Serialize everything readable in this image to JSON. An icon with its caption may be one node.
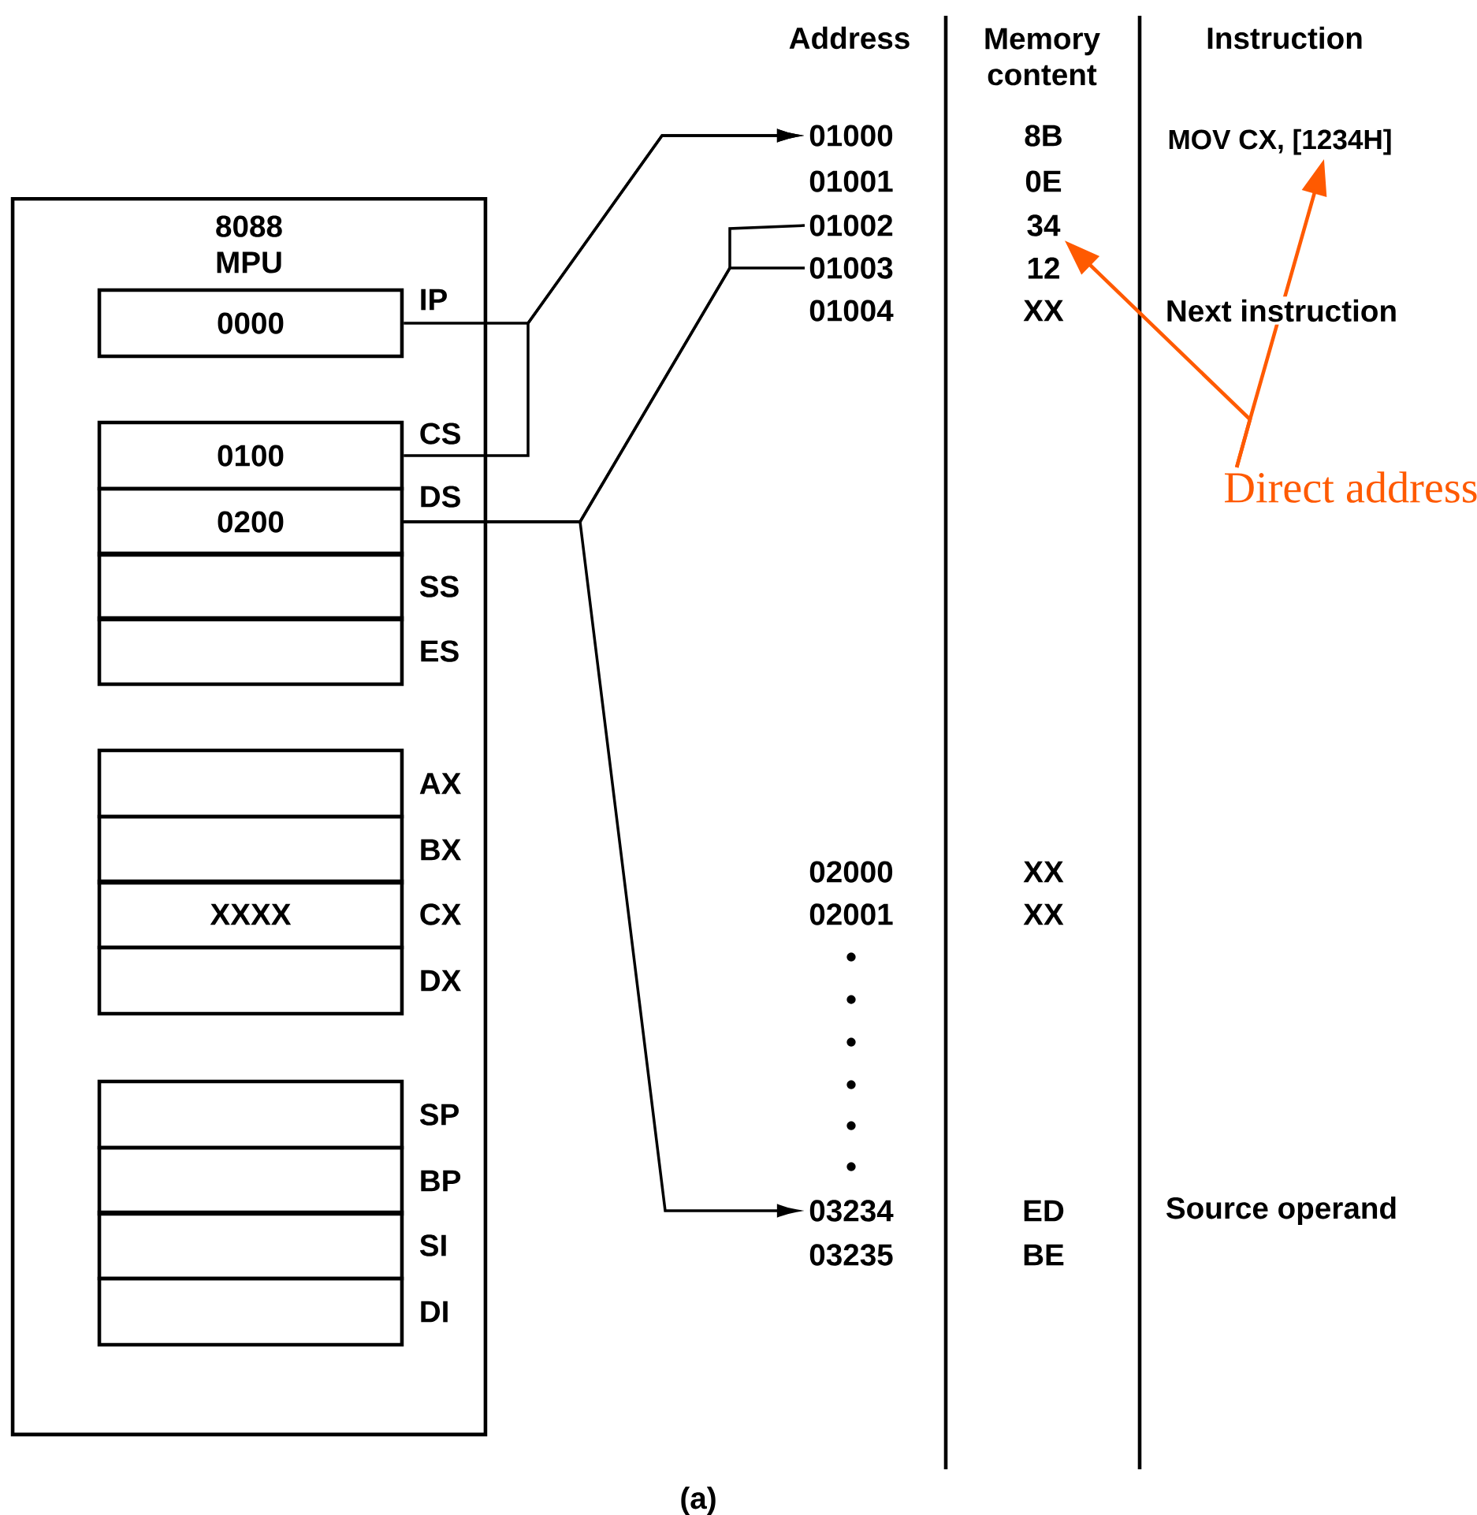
{
  "diagram": {
    "nodes": [
      {
        "text": [
          "8088 MPU"
        ]
      },
      {
        "text": [
          "0000"
        ],
        "in": 0,
        "beside": [
          "IP"
        ]
      },
      {
        "text": [
          "0100"
        ],
        "in": 0,
        "beside": [
          "CS"
        ]
      },
      {
        "text": [
          "0200"
        ],
        "in": 0,
        "beside": [
          "DS"
        ]
      },
      {
        "text": [],
        "shape": "box",
        "in": 0,
        "beside": [
          "SS"
        ]
      },
      {
        "text": [],
        "shape": "box",
        "in": 0,
        "beside": [
          "ES"
        ]
      },
      {
        "text": [],
        "shape": "box",
        "in": 0,
        "beside": [
          "AX"
        ]
      },
      {
        "text": [],
        "shape": "box",
        "in": 0,
        "beside": [
          "BX"
        ]
      },
      {
        "text": [
          "XXXX"
        ],
        "in": 0,
        "beside": [
          "CX"
        ]
      },
      {
        "text": [],
        "shape": "box",
        "in": 0,
        "beside": [
          "DX"
        ]
      },
      {
        "text": [],
        "shape": "box",
        "in": 0,
        "beside": [
          "SP"
        ]
      },
      {
        "text": [],
        "shape": "box",
        "in": 0,
        "beside": [
          "BP"
        ]
      },
      {
        "text": [],
        "shape": "box",
        "in": 0,
        "beside": [
          "SI"
        ]
      },
      {
        "text": [],
        "shape": "box",
        "in": 0,
        "beside": [
          "DI"
        ]
      },
      {
        "text": [
          "01000"
        ]
      },
      {
        "text": [
          "01001"
        ]
      },
      {
        "text": [
          "01002"
        ]
      },
      {
        "text": [
          "01003"
        ]
      },
      {
        "text": [
          "01004"
        ]
      },
      {
        "text": [
          "02000"
        ]
      },
      {
        "text": [
          "02001"
        ]
      },
      {
        "text": [
          "03234"
        ]
      },
      {
        "text": [
          "03235"
        ]
      },
      {
        "text": [
          "34"
        ]
      },
      {
        "text": [
          "MOV CX, [1234H]"
        ]
      },
      {
        "text": [
          "Direct address"
        ]
      }
    ],
    "edges": [
      {
        "from": 1,
        "to": 14,
        "arrow": "to"
      },
      {
        "from": 2,
        "to": 14,
        "arrow": "to"
      },
      {
        "from": 3,
        "to": 16,
        "arrow": "none"
      },
      {
        "from": 3,
        "to": 17,
        "arrow": "none"
      },
      {
        "from": 3,
        "to": 21,
        "arrow": "to"
      },
      {
        "from": 25,
        "to": 23,
        "arrow": "to",
        "color": "#ff5a00"
      },
      {
        "from": 25,
        "to": 24,
        "arrow": "to",
        "color": "#ff5a00"
      }
    ],
    "labels": [
      "Address",
      "Memory content",
      "Instruction",
      "8B",
      "0E",
      "12",
      "XX",
      "Next instruction",
      "XX",
      "XX",
      "ED",
      "Source operand",
      "BE",
      "(a)"
    ]
  }
}
